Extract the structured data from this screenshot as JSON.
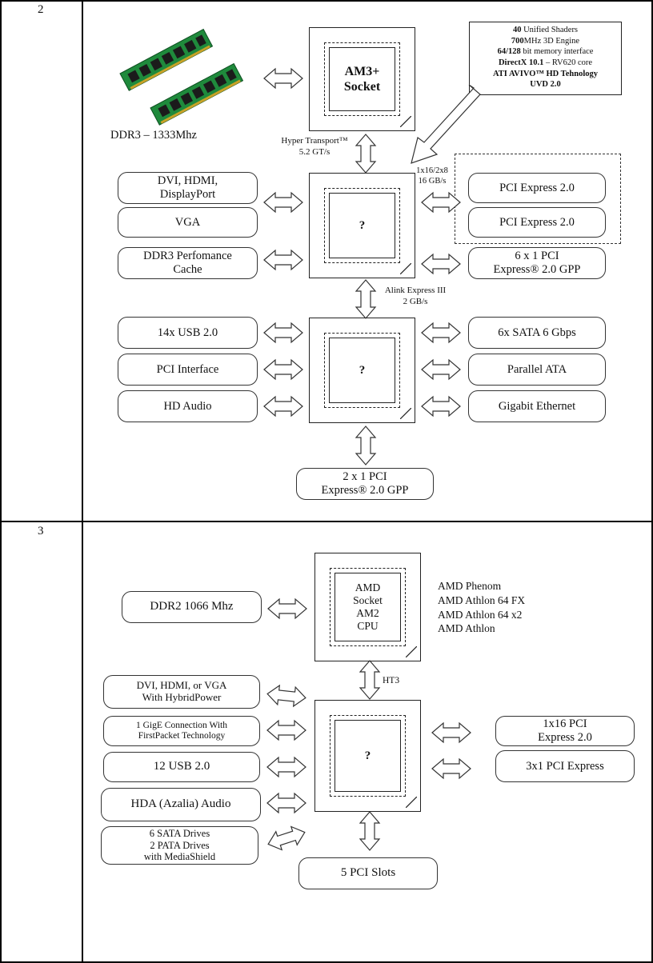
{
  "rows": [
    {
      "number": "2",
      "memory_label": "DDR3 – 1333Mhz",
      "cpu_socket": "AM3+\nSocket",
      "hyper_transport": "Hyper Transport™\n5.2 GT/s",
      "gpu_specs": [
        {
          "bold": "40",
          "rest": " Unified Shaders"
        },
        {
          "bold": "700",
          "rest": "MHz 3D Engine"
        },
        {
          "bold": "64/128",
          "rest": " bit memory interface"
        },
        {
          "bold": "DirectX 10.1",
          "rest": " – RV620 core"
        },
        {
          "bold": "ATI AVIVO™ HD Tehnology",
          "rest": ""
        },
        {
          "bold": "UVD 2.0",
          "rest": ""
        }
      ],
      "pcie_link": "1x16/2x8\n16 GB/s",
      "northbridge": "?",
      "left_nb": [
        "DVI, HDMI,\nDisplayPort",
        "VGA",
        "DDR3 Perfomance\nCache"
      ],
      "right_nb": [
        "PCI Express 2.0",
        "PCI Express 2.0",
        "6 x 1 PCI\nExpress® 2.0 GPP"
      ],
      "alink": "Alink Express III\n2 GB/s",
      "southbridge": "?",
      "left_sb": [
        "14x USB 2.0",
        "PCI Interface",
        "HD Audio"
      ],
      "right_sb": [
        "6x SATA 6 Gbps",
        "Parallel ATA",
        "Gigabit Ethernet"
      ],
      "bottom_box": "2 x 1 PCI\nExpress® 2.0 GPP"
    },
    {
      "number": "3",
      "memory_box": "DDR2 1066 Mhz",
      "cpu_socket": "AMD\nSocket\nAM2\nCPU",
      "cpu_list": [
        "AMD Phenom",
        "AMD Athlon  64 FX",
        "AMD Athlon 64 x2",
        "AMD Athlon"
      ],
      "ht_label": "HT3",
      "chipset": "?",
      "left_items": [
        "DVI, HDMI, or VGA\nWith HybridPower",
        "1 GigE Connection With\nFirstPacket Technology",
        "12 USB 2.0",
        "HDA (Azalia) Audio",
        "6 SATA Drives\n2 PATA Drives\nwith MediaShield"
      ],
      "right_items": [
        "1x16 PCI\nExpress 2.0",
        "3x1 PCI Express"
      ],
      "bottom_box": "5 PCI Slots"
    }
  ],
  "colors": {
    "ram_pcb": "#1f8a3c",
    "ram_chip": "#1b1b1b",
    "ram_gold": "#c9a227"
  }
}
